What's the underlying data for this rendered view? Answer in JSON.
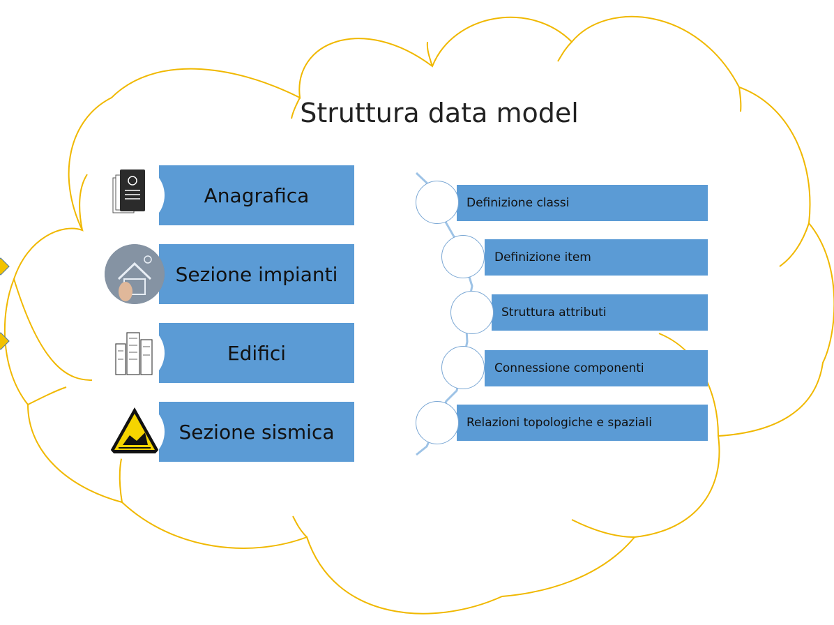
{
  "title": "Struttura data model",
  "colors": {
    "cloud_outline": "#f0b800",
    "box_fill": "#5b9bd5",
    "timeline": "#9ec3e6"
  },
  "categories": [
    {
      "label": "Anagrafica",
      "icon": "document-stack-icon"
    },
    {
      "label": "Sezione impianti",
      "icon": "smart-home-icon"
    },
    {
      "label": "Edifici",
      "icon": "buildings-icon"
    },
    {
      "label": "Sezione sismica",
      "icon": "earthquake-warning-icon"
    }
  ],
  "steps": [
    "Definizione classi",
    "Definizione item",
    "Struttura attributi",
    "Connessione componenti",
    "Relazioni topologiche e spaziali"
  ]
}
